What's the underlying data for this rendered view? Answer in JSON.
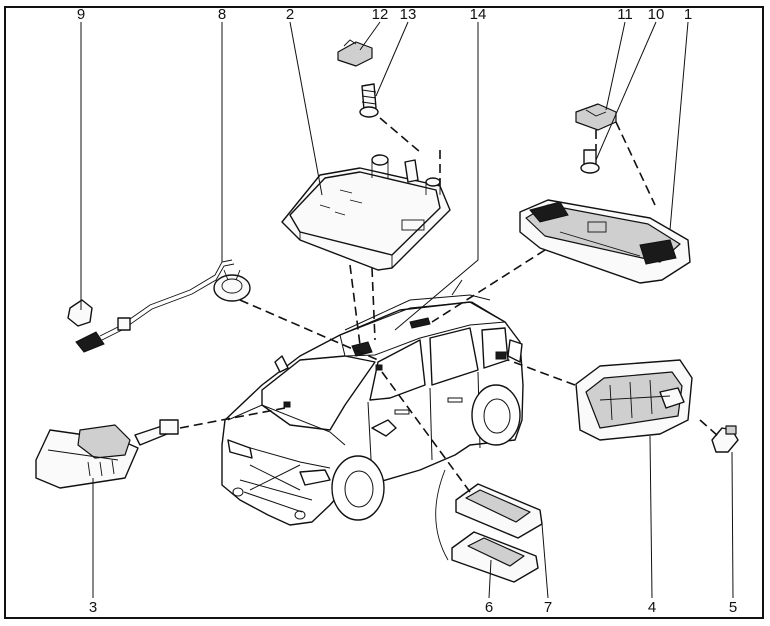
{
  "callouts": {
    "c1": "1",
    "c2": "2",
    "c3": "3",
    "c4": "4",
    "c5": "5",
    "c6": "6",
    "c7": "7",
    "c8": "8",
    "c9": "9",
    "c10": "10",
    "c11": "11",
    "c12": "12",
    "c13": "13",
    "c14": "14"
  },
  "colors": {
    "ink": "#111111",
    "fill_grey": "#cfcfcf",
    "background": "#ffffff"
  }
}
